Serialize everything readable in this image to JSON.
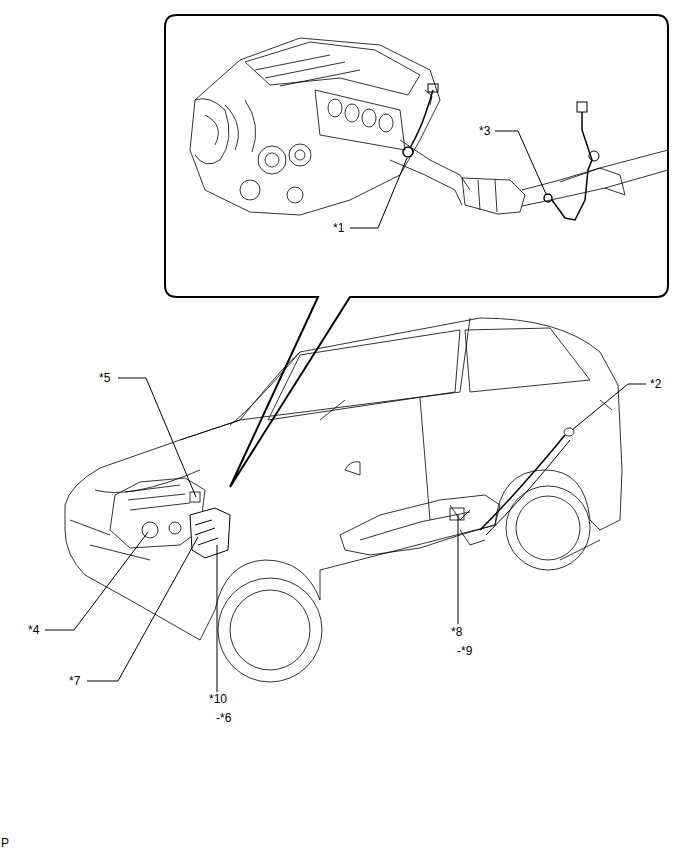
{
  "diagram": {
    "labels": [
      "*3",
      "*1",
      "*5",
      "*2",
      "*4",
      "*8",
      "-*9",
      "*7",
      "*10",
      "-*6",
      "P"
    ]
  }
}
